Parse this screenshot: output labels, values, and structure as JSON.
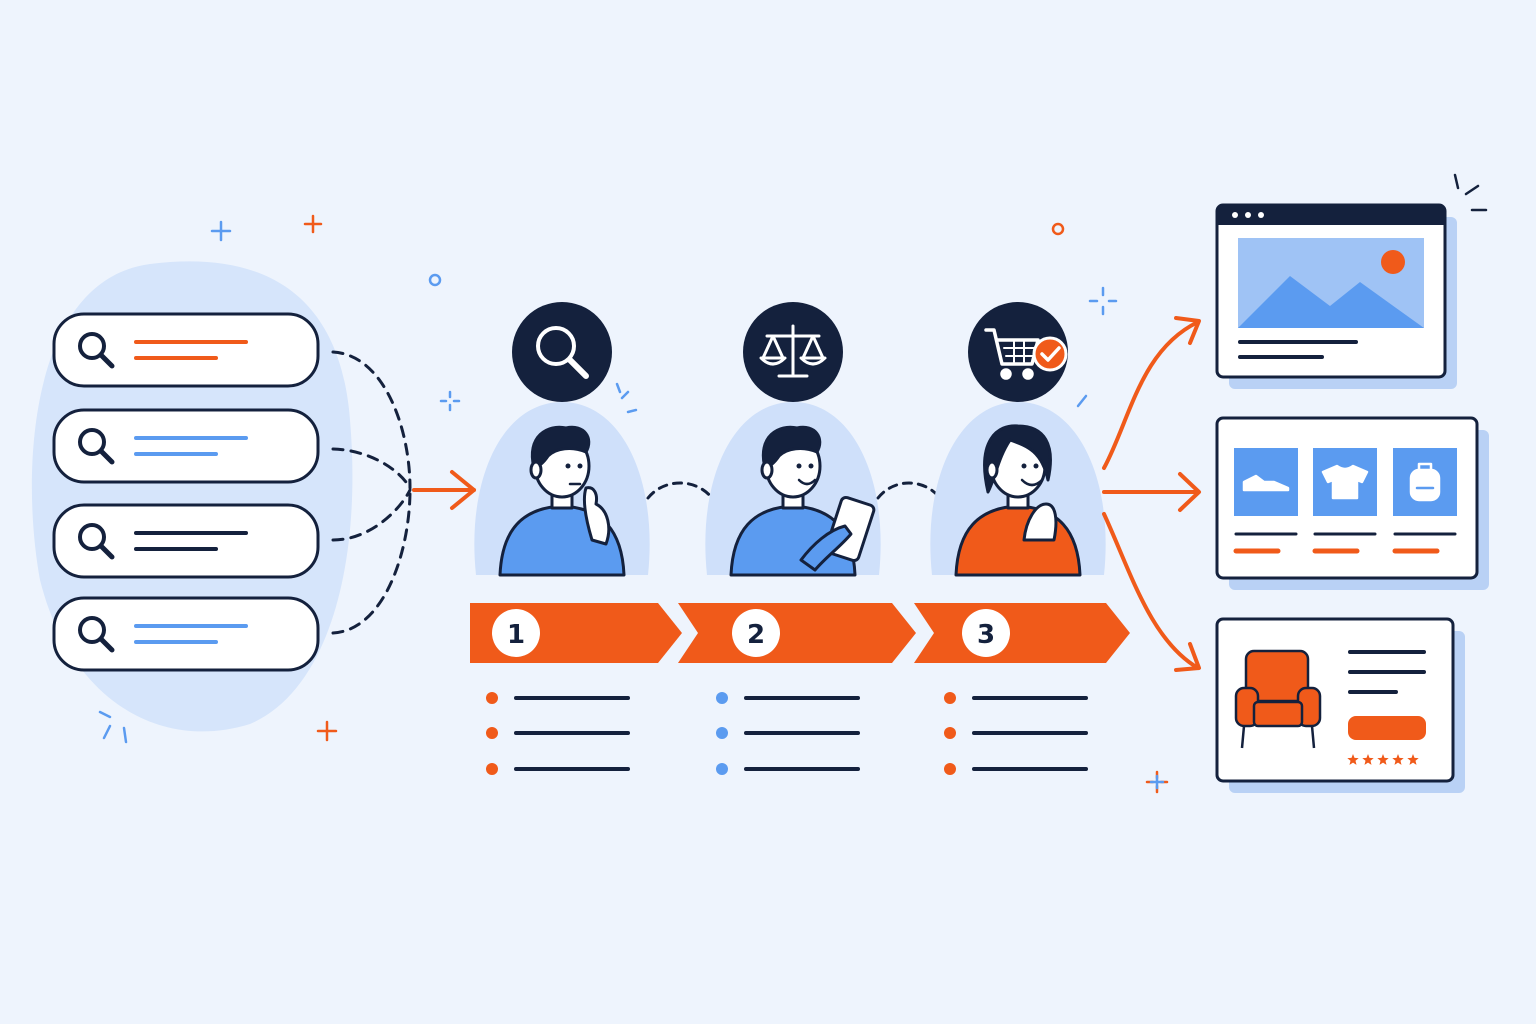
{
  "colors": {
    "navy": "#14213d",
    "orange": "#f05a1a",
    "blue": "#5b9bf0",
    "light_blue": "#cfe0fa",
    "background": "#eef4fd",
    "white": "#ffffff"
  },
  "search_queries": [
    {
      "icon": "search-icon",
      "line_color": "orange"
    },
    {
      "icon": "search-icon",
      "line_color": "blue"
    },
    {
      "icon": "search-icon",
      "line_color": "navy"
    },
    {
      "icon": "search-icon",
      "line_color": "blue"
    }
  ],
  "journey_steps": [
    {
      "number": "1",
      "badge_icon": "magnifier-icon",
      "person": "thinking-person",
      "bullet_color": "orange"
    },
    {
      "number": "2",
      "badge_icon": "scales-icon",
      "person": "person-with-tablet",
      "bullet_color": "blue"
    },
    {
      "number": "3",
      "badge_icon": "cart-check-icon",
      "person": "happy-person",
      "bullet_color": "orange"
    }
  ],
  "result_cards": [
    {
      "type": "browser-window",
      "icon": "image-placeholder-icon"
    },
    {
      "type": "product-grid",
      "icons": [
        "shoe-icon",
        "tshirt-icon",
        "backpack-icon"
      ]
    },
    {
      "type": "product-detail",
      "icon": "armchair-icon",
      "rating_stars": 5
    }
  ]
}
